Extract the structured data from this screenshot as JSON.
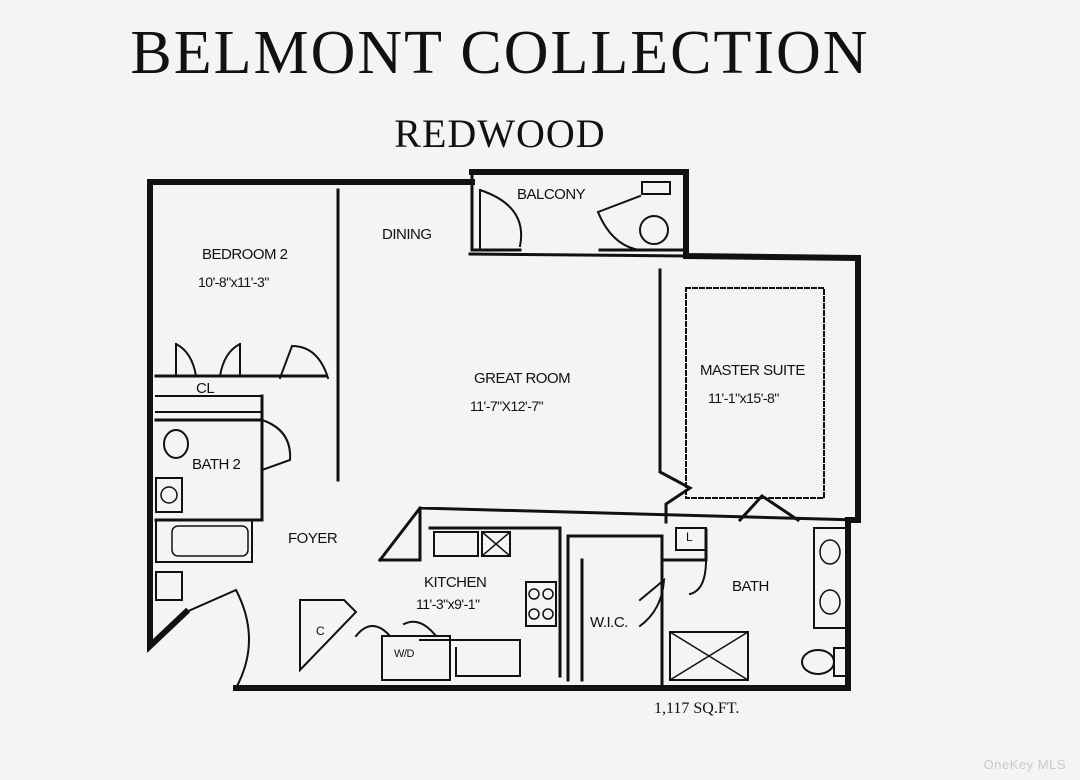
{
  "header": {
    "title": "BELMONT COLLECTION",
    "subtitle": "REDWOOD"
  },
  "rooms": {
    "balcony": "BALCONY",
    "dining": "DINING",
    "bedroom2": {
      "name": "BEDROOM 2",
      "dims": "10'-8\"x11'-3\""
    },
    "closet": "CL",
    "great_room": {
      "name": "GREAT ROOM",
      "dims": "11'-7\"X12'-7\""
    },
    "master_suite": {
      "name": "MASTER SUITE",
      "dims": "11'-1\"x15'-8\""
    },
    "bath2": "BATH 2",
    "foyer": "FOYER",
    "kitchen": {
      "name": "KITCHEN",
      "dims": "11'-3\"x9'-1\""
    },
    "bath": "BATH",
    "wic": "W.I.C.",
    "linen": "L",
    "coat_closet": "C",
    "washer_dryer": "W/D"
  },
  "area": "1,117 SQ.FT.",
  "watermark": "OneKey MLS"
}
